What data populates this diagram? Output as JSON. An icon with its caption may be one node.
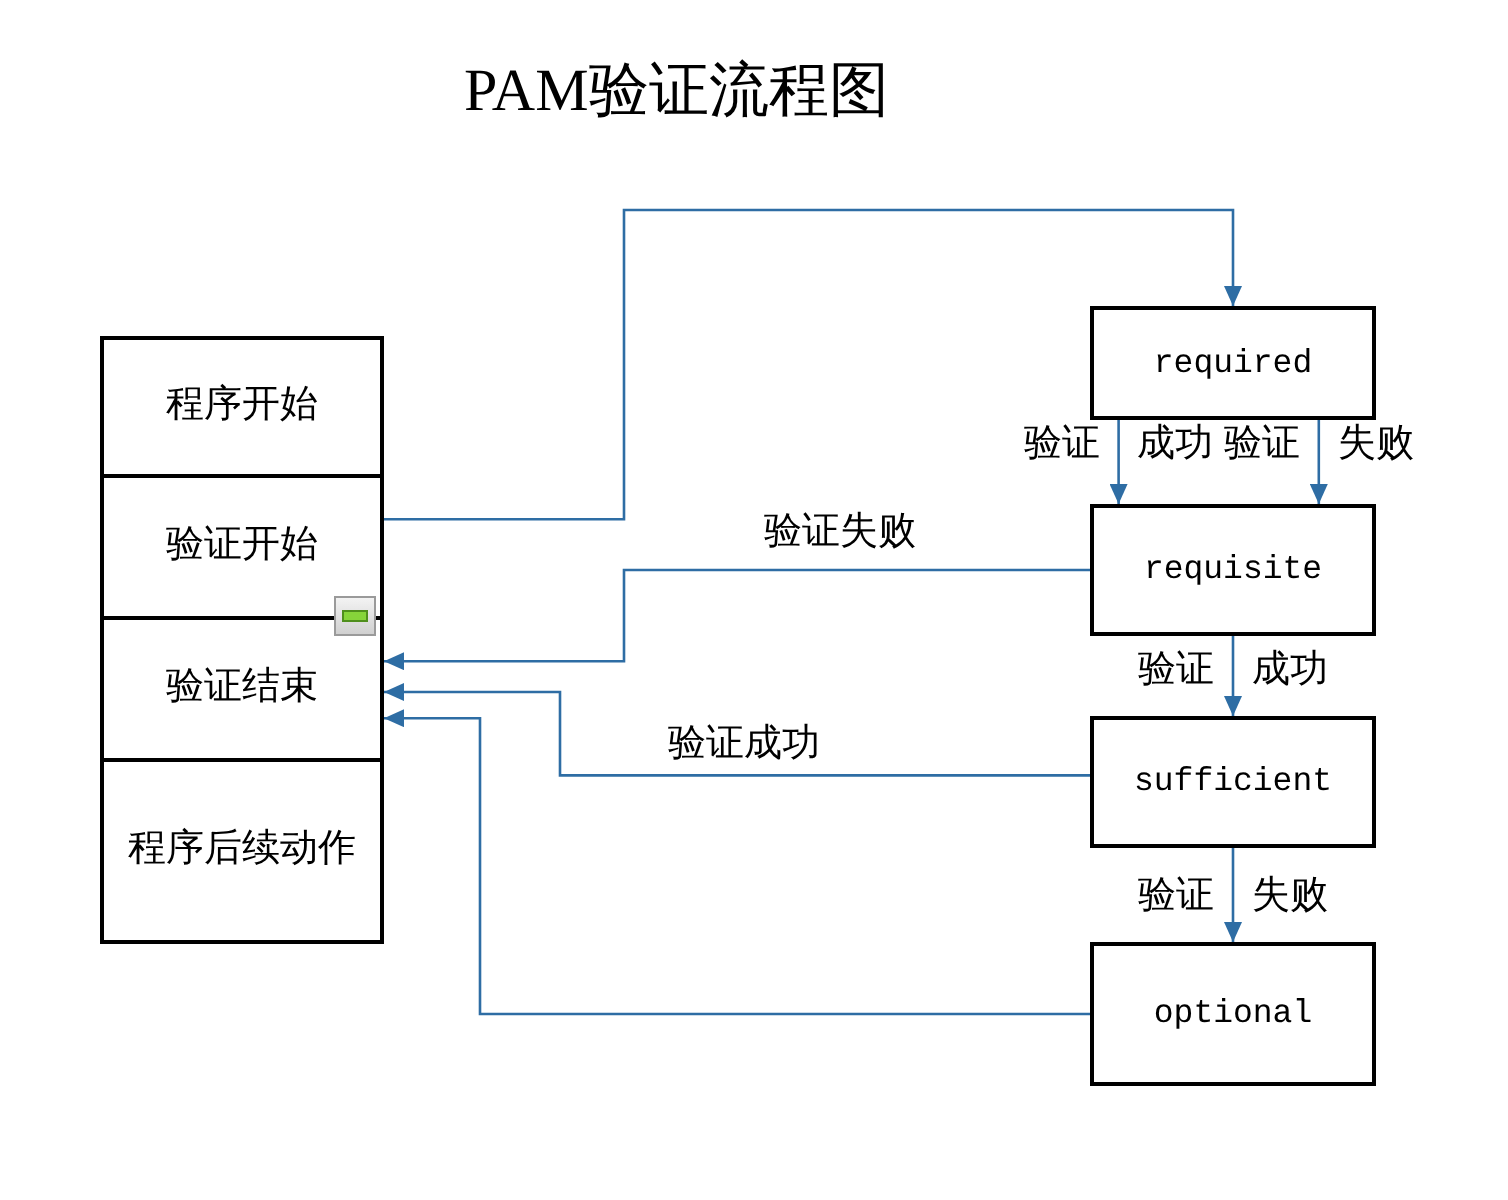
{
  "diagram": {
    "title": "PAM验证流程图",
    "nodes": [
      {
        "text": [
          "程序开始"
        ]
      },
      {
        "text": [
          "验证开始"
        ]
      },
      {
        "text": [
          "验证结束"
        ]
      },
      {
        "text": [
          "程序后续动作"
        ]
      },
      {
        "text": [
          "required"
        ]
      },
      {
        "text": [
          "requisite"
        ]
      },
      {
        "text": [
          "sufficient"
        ]
      },
      {
        "text": [
          "optional"
        ]
      }
    ],
    "edges": [
      {
        "from": 1,
        "to": 4,
        "arrow": "to"
      },
      {
        "from": 4,
        "to": 5,
        "arrow": "to",
        "label": "验证 成功"
      },
      {
        "from": 4,
        "to": 5,
        "arrow": "to",
        "label": "验证 失败"
      },
      {
        "from": 5,
        "to": 2,
        "arrow": "to",
        "label": "验证失败"
      },
      {
        "from": 5,
        "to": 6,
        "arrow": "to",
        "label": "验证 成功"
      },
      {
        "from": 6,
        "to": 2,
        "arrow": "to",
        "label": "验证成功"
      },
      {
        "from": 6,
        "to": 7,
        "arrow": "to",
        "label": "验证 失败"
      },
      {
        "from": 7,
        "to": 2,
        "arrow": "to"
      }
    ]
  }
}
